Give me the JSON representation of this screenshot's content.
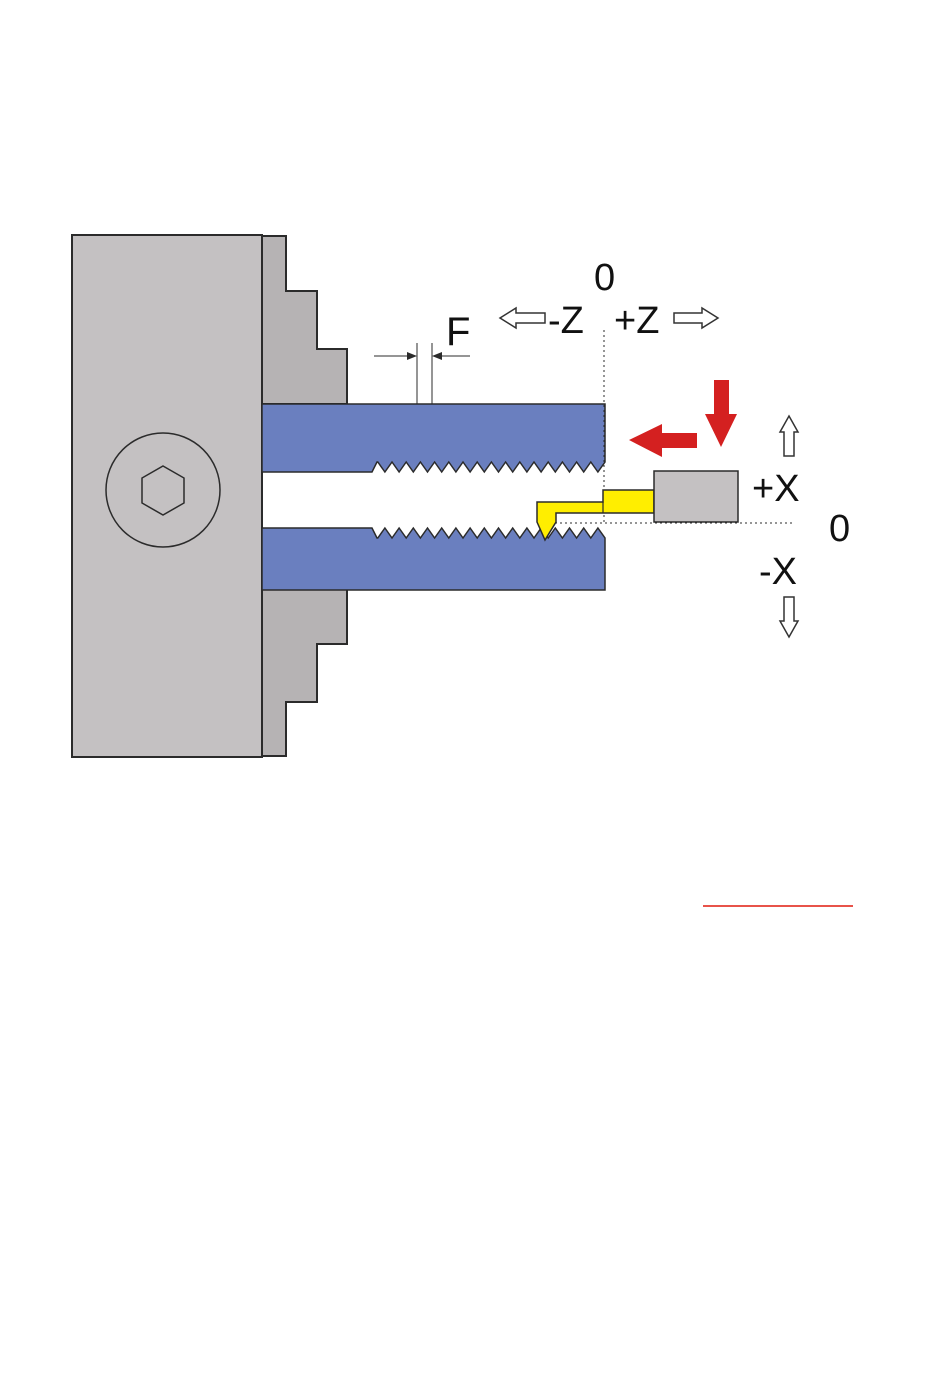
{
  "labels": {
    "z_zero": "0",
    "z_minus": "-Z",
    "z_plus": "+Z",
    "feed": "F",
    "x_plus": "+X",
    "x_minus": "-X",
    "x_zero": "0"
  },
  "colors": {
    "chuck_body": "#c4c1c2",
    "chuck_jaw": "#b6b3b4",
    "outline": "#2b2b2b",
    "workpiece": "#6a7fbf",
    "tool_insert": "#ffee00",
    "tool_holder": "#c4c1c2",
    "feed_arrow": "#d42020",
    "divider_line": "#e8534a"
  }
}
